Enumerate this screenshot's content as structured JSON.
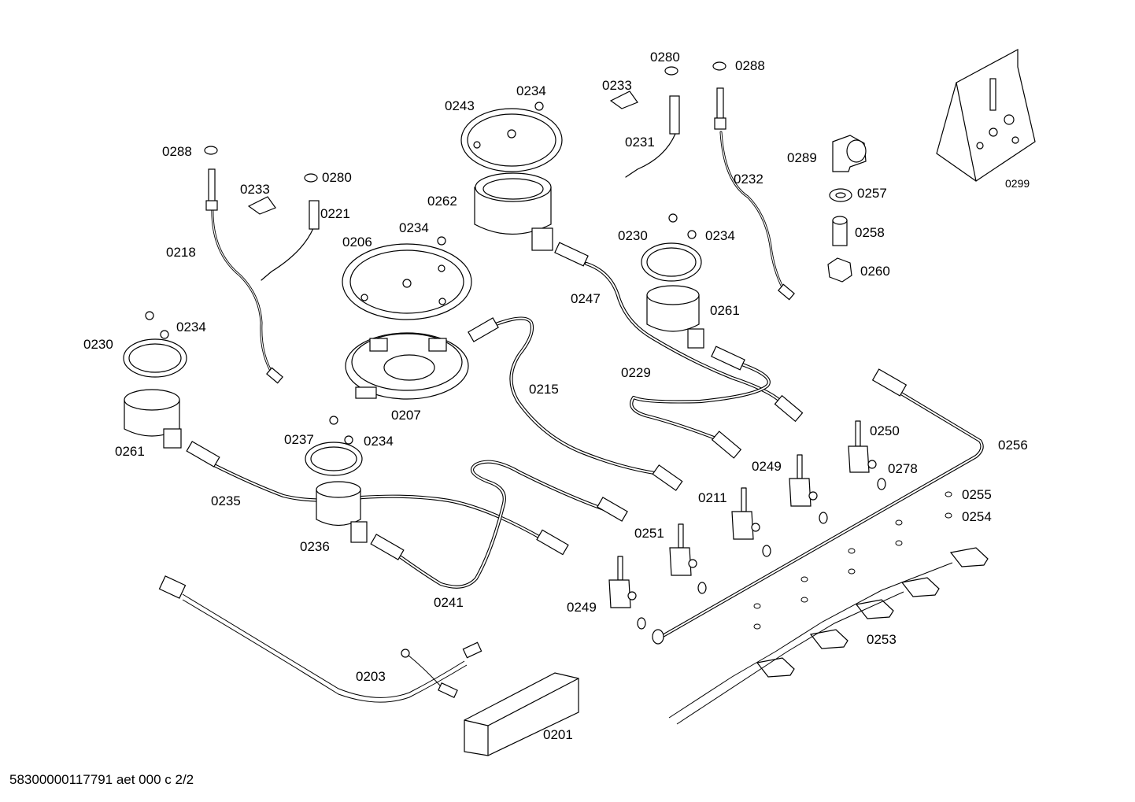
{
  "footer_text": "58300000117791 aet 000 c 2/2",
  "labels": {
    "l0280_top": "0280",
    "l0288_top": "0288",
    "l0233_top": "0233",
    "l0234_top": "0234",
    "l0243": "0243",
    "l0231": "0231",
    "l0289": "0289",
    "l0299": "0299",
    "l0288_left": "0288",
    "l0233_left": "0233",
    "l0280_left": "0280",
    "l0221": "0221",
    "l0262": "0262",
    "l0232": "0232",
    "l0257": "0257",
    "l0206": "0206",
    "l0234_mid": "0234",
    "l0230_right": "0230",
    "l0234_right": "0234",
    "l0258": "0258",
    "l0218": "0218",
    "l0260": "0260",
    "l0247": "0247",
    "l0261_right": "0261",
    "l0234_left": "0234",
    "l0230_left": "0230",
    "l0229": "0229",
    "l0215": "0215",
    "l0207": "0207",
    "l0250": "0250",
    "l0237": "0237",
    "l0234_low": "0234",
    "l0261_left": "0261",
    "l0256": "0256",
    "l0249_right": "0249",
    "l0278": "0278",
    "l0235": "0235",
    "l0211": "0211",
    "l0255": "0255",
    "l0254": "0254",
    "l0236": "0236",
    "l0251": "0251",
    "l0241": "0241",
    "l0249_left": "0249",
    "l0253": "0253",
    "l0203": "0203",
    "l0201": "0201"
  }
}
